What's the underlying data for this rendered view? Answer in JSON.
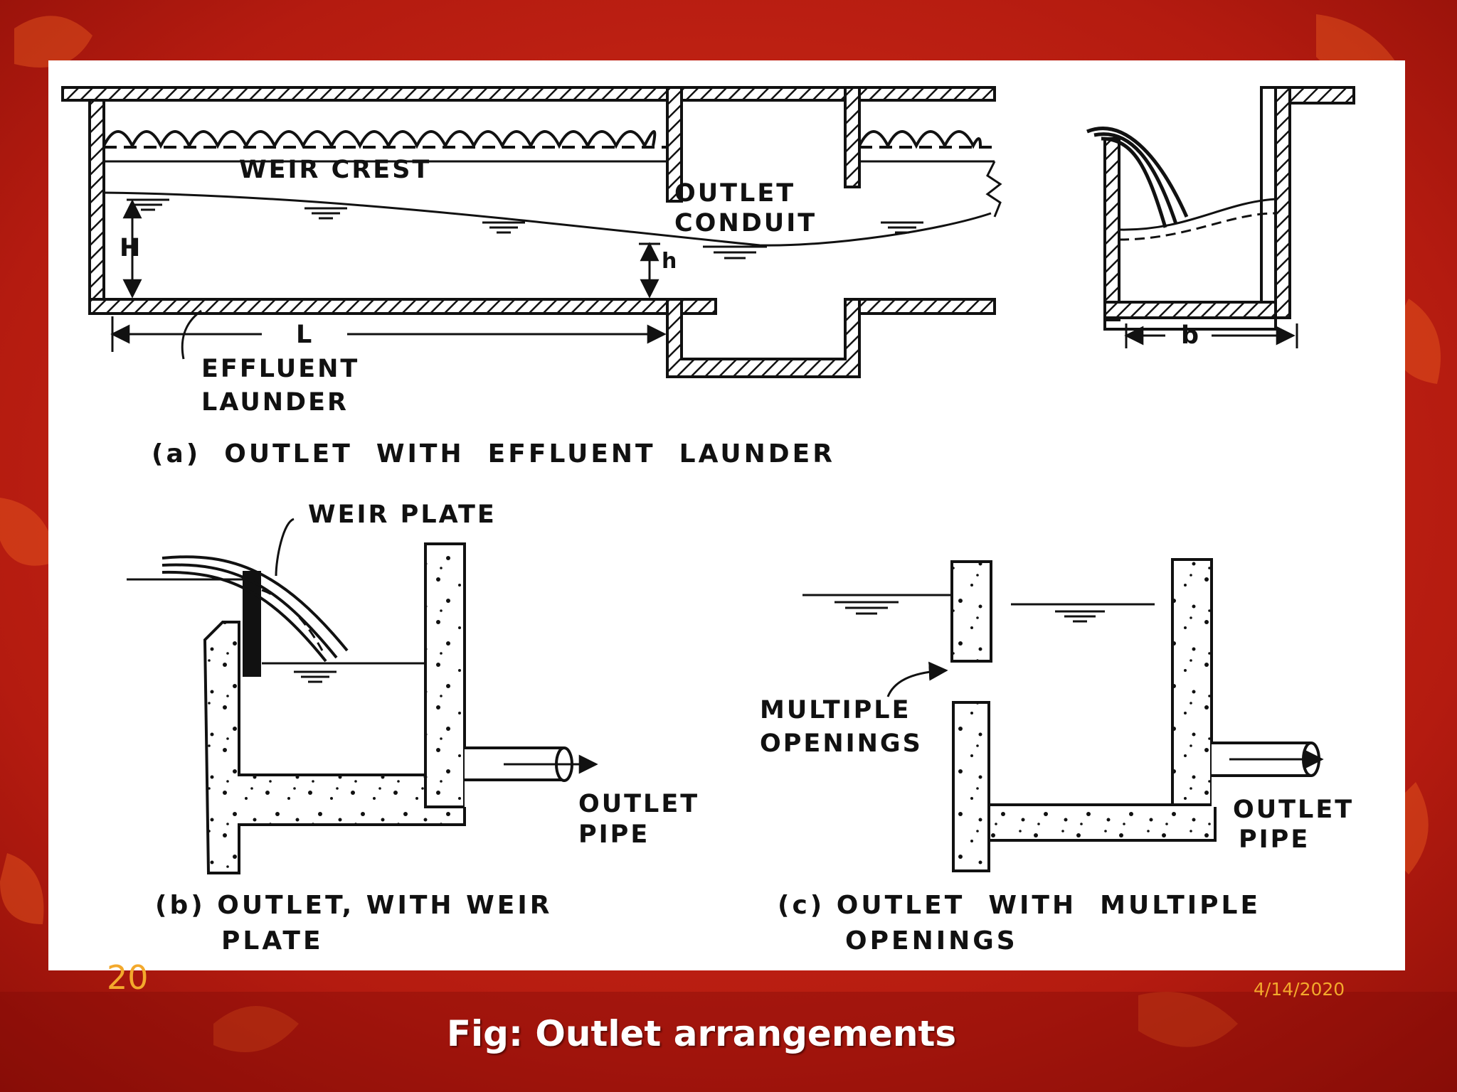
{
  "slide": {
    "number": "20",
    "date": "4/14/2020",
    "caption": "Fig: Outlet arrangements"
  },
  "diagram": {
    "panel_a": {
      "weir_crest": "WEIR CREST",
      "outlet_conduit_line1": "OUTLET",
      "outlet_conduit_line2": "CONDUIT",
      "h_upper": "H",
      "h_lower": "h",
      "length": "L",
      "launder_line1": "EFFLUENT",
      "launder_line2": "LAUNDER",
      "width": "b",
      "caption": "(a)  OUTLET  WITH  EFFLUENT  LAUNDER"
    },
    "panel_b": {
      "weir_plate": "WEIR PLATE",
      "outlet_pipe_line1": "OUTLET",
      "outlet_pipe_line2": "PIPE",
      "caption_line1": "(b) OUTLET, WITH WEIR",
      "caption_line2": "PLATE"
    },
    "panel_c": {
      "multiple_openings_line1": "MULTIPLE",
      "multiple_openings_line2": "OPENINGS",
      "outlet_pipe_line1": "OUTLET",
      "outlet_pipe_line2": "PIPE",
      "caption_line1": "(c) OUTLET  WITH  MULTIPLE",
      "caption_line2": "OPENINGS"
    }
  },
  "colors": {
    "background": "#b81a10",
    "panel": "#ffffff",
    "accent_text": "#f3a92c",
    "caption_text": "#ffffff"
  }
}
